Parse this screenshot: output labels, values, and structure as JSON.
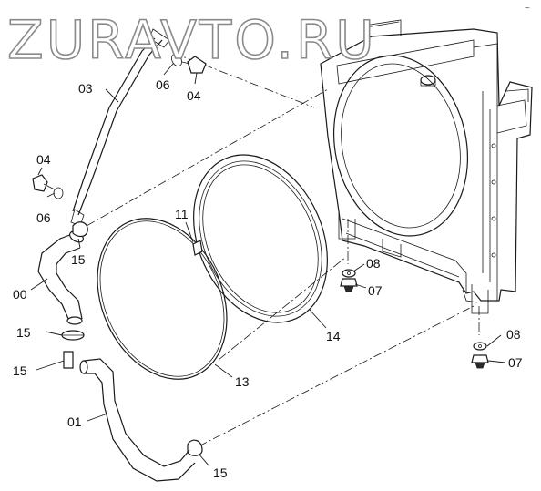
{
  "watermark": "ZURAVTO.RU",
  "corner_mark": "~",
  "callouts": {
    "p03": "03",
    "p06_top": "06",
    "p04_top": "04",
    "p04_left": "04",
    "p06_left": "06",
    "p11": "11",
    "p15_upper": "15",
    "p00": "00",
    "p08_upper": "08",
    "p07_upper": "07",
    "p14": "14",
    "p15_mid": "15",
    "p08_lower": "08",
    "p15_left": "15",
    "p07_lower": "07",
    "p13": "13",
    "p01": "01",
    "p15_bottom": "15"
  }
}
